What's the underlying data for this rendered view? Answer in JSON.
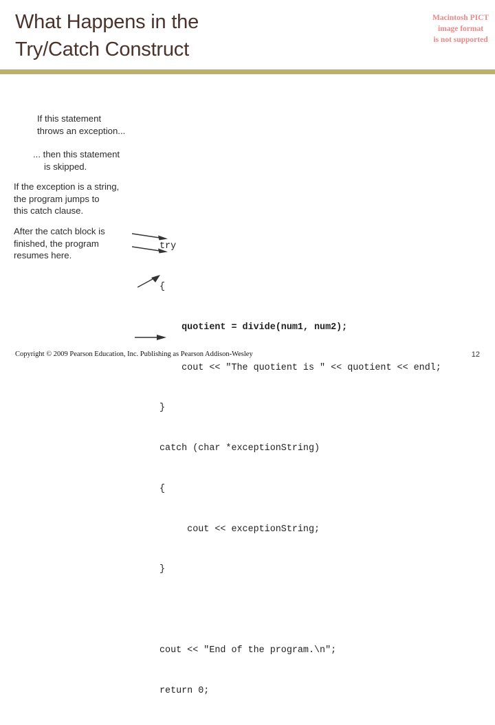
{
  "slide": {
    "title_lines": [
      "What Happens in the",
      "Try/Catch Construct"
    ],
    "title_color": "#4a332b",
    "divider_color": "#bfae68",
    "background_color": "#ffffff"
  },
  "pict_placeholder": {
    "lines": [
      "Macintosh PICT",
      "image format",
      "is not supported"
    ],
    "color": "#e28c8c"
  },
  "figure": {
    "annotations": [
      {
        "id": "annotation-1",
        "lines": [
          "If this statement",
          "throws an exception..."
        ],
        "indent_flags": [
          false,
          false
        ]
      },
      {
        "id": "annotation-2",
        "lines": [
          "... then this statement",
          "is skipped."
        ],
        "indent_flags": [
          false,
          true
        ]
      },
      {
        "id": "annotation-3",
        "lines": [
          "If the exception is a string,",
          "the program jumps to",
          "this catch clause."
        ],
        "indent_flags": [
          false,
          false,
          false
        ]
      },
      {
        "id": "annotation-4",
        "lines": [
          "After the catch block is",
          "finished, the program",
          "resumes here."
        ],
        "indent_flags": [
          false,
          false,
          false
        ]
      }
    ],
    "arrows": [
      {
        "id": "arrow-1",
        "target": "quotient-assignment-line",
        "direction": "right"
      },
      {
        "id": "arrow-2",
        "target": "cout-quotient-line",
        "direction": "right"
      },
      {
        "id": "arrow-3",
        "target": "catch-clause-line",
        "direction": "up-right"
      },
      {
        "id": "arrow-4",
        "target": "cout-end-of-program-line",
        "direction": "right"
      }
    ],
    "code_lines": [
      {
        "text": "try",
        "bold": false
      },
      {
        "text": "{",
        "bold": false
      },
      {
        "text": "    quotient = divide(num1, num2);",
        "bold": true
      },
      {
        "text": "    cout << \"The quotient is \" << quotient << endl;",
        "bold": false
      },
      {
        "text": "}",
        "bold": false
      },
      {
        "text": "catch (char *exceptionString)",
        "bold": false
      },
      {
        "text": "{",
        "bold": false
      },
      {
        "text": "     cout << exceptionString;",
        "bold": false
      },
      {
        "text": "}",
        "bold": false
      },
      {
        "text": "",
        "bold": false
      },
      {
        "text": "cout << \"End of the program.\\n\";",
        "bold": false
      },
      {
        "text": "return 0;",
        "bold": false
      }
    ]
  },
  "footer": {
    "copyright": "Copyright © 2009 Pearson Education, Inc. Publishing as Pearson Addison-Wesley",
    "page_number": "12"
  }
}
